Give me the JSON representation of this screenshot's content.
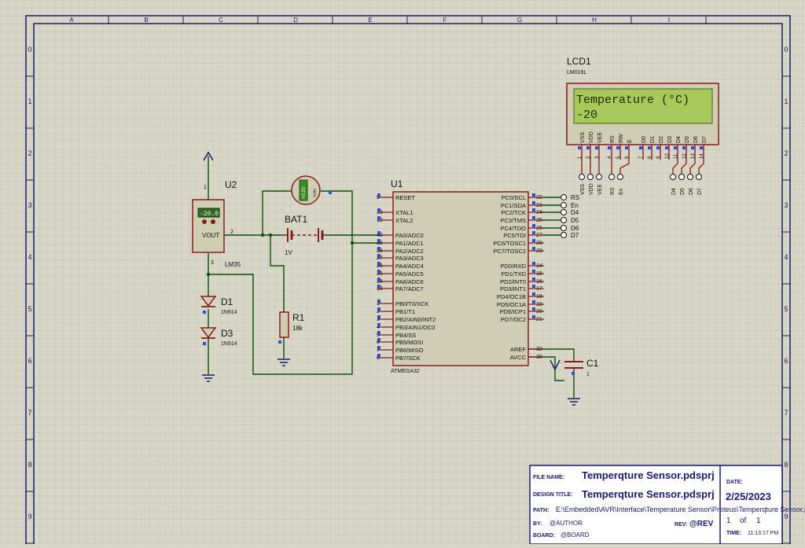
{
  "border": {
    "columns": [
      "A",
      "B",
      "C",
      "D",
      "E",
      "F",
      "G",
      "H",
      "I"
    ],
    "rows": [
      "0",
      "1",
      "2",
      "3",
      "4",
      "5",
      "6",
      "7",
      "8",
      "9"
    ]
  },
  "lcd": {
    "ref": "LCD1",
    "model": "LM016L",
    "line1": "Temperature (°C)",
    "line2": "-20",
    "top_pins": [
      "VSS",
      "VDD",
      "VEE",
      "RS",
      "RW",
      "E",
      "D0",
      "D1",
      "D2",
      "D3",
      "D4",
      "D5",
      "D6",
      "D7"
    ],
    "top_pin_numbers": [
      "1",
      "2",
      "3",
      "4",
      "5",
      "6",
      "7",
      "8",
      "9",
      "10",
      "11",
      "12",
      "13",
      "14"
    ],
    "bottom_labels": [
      "VSS",
      "VDD",
      "VEE",
      "RS",
      "En",
      "D4",
      "D5",
      "D6",
      "D7"
    ]
  },
  "mcu": {
    "ref": "U1",
    "model": "ATMEGA32",
    "left_pins": [
      {
        "num": "9",
        "name": "RESET"
      },
      {
        "num": "13",
        "name": "XTAL1"
      },
      {
        "num": "12",
        "name": "XTAL2"
      },
      {
        "num": "40",
        "name": "PA0/ADC0"
      },
      {
        "num": "39",
        "name": "PA1/ADC1"
      },
      {
        "num": "38",
        "name": "PA2/ADC2"
      },
      {
        "num": "37",
        "name": "PA3/ADC3"
      },
      {
        "num": "36",
        "name": "PA4/ADC4"
      },
      {
        "num": "35",
        "name": "PA5/ADC5"
      },
      {
        "num": "34",
        "name": "PA6/ADC6"
      },
      {
        "num": "33",
        "name": "PA7/ADC7"
      },
      {
        "num": "1",
        "name": "PB0/T0/XCK"
      },
      {
        "num": "2",
        "name": "PB1/T1"
      },
      {
        "num": "3",
        "name": "PB2/AIN0/INT2"
      },
      {
        "num": "4",
        "name": "PB3/AIN1/OC0"
      },
      {
        "num": "5",
        "name": "PB4/SS"
      },
      {
        "num": "6",
        "name": "PB5/MOSI"
      },
      {
        "num": "7",
        "name": "PB6/MISO"
      },
      {
        "num": "8",
        "name": "PB7/SCK"
      }
    ],
    "right_pins": [
      {
        "num": "22",
        "name": "PC0/SCL"
      },
      {
        "num": "23",
        "name": "PC1/SDA"
      },
      {
        "num": "24",
        "name": "PC2/TCK"
      },
      {
        "num": "25",
        "name": "PC3/TMS"
      },
      {
        "num": "26",
        "name": "PC4/TDO"
      },
      {
        "num": "27",
        "name": "PC5/TDI"
      },
      {
        "num": "28",
        "name": "PC6/TOSC1"
      },
      {
        "num": "29",
        "name": "PC7/TOSC2"
      },
      {
        "num": "14",
        "name": "PD0/RXD"
      },
      {
        "num": "15",
        "name": "PD1/TXD"
      },
      {
        "num": "16",
        "name": "PD2/INT0"
      },
      {
        "num": "17",
        "name": "PD3/INT1"
      },
      {
        "num": "18",
        "name": "PD4/OC1B"
      },
      {
        "num": "19",
        "name": "PD5/OC1A"
      },
      {
        "num": "20",
        "name": "PD6/ICP1"
      },
      {
        "num": "21",
        "name": "PD7/OC2"
      },
      {
        "num": "32",
        "name": "AREF"
      },
      {
        "num": "30",
        "name": "AVCC"
      }
    ],
    "terminals": [
      "RS",
      "En",
      "D4",
      "D5",
      "D6",
      "D7"
    ]
  },
  "sensor": {
    "ref": "U2",
    "model": "LM35",
    "display": "-20.0",
    "out_label": "VOUT",
    "pin_out": "2",
    "pin_vcc": "1",
    "pin_gnd": "3"
  },
  "voltmeter": {
    "display": "+0.20",
    "unit": "Volts"
  },
  "battery": {
    "ref": "BAT1",
    "value": "1V"
  },
  "resistor": {
    "ref": "R1",
    "value": "18k"
  },
  "diodes": [
    {
      "ref": "D1",
      "model": "1N914"
    },
    {
      "ref": "D3",
      "model": "1N914"
    }
  ],
  "capacitor": {
    "ref": "C1",
    "value": "1"
  },
  "title_block": {
    "file_name_label": "FILE NAME:",
    "file_name": "Temperqture Sensor.pdsprj",
    "design_title_label": "DESIGN TITLE:",
    "design_title": "Temperqture Sensor.pdsprj",
    "path_label": "PATH:",
    "path": "E:\\Embedded\\AVR\\Interface\\Temperature Sensor\\Proteus\\Temperqture Sensor.pdsprj",
    "by_label": "BY:",
    "by": "@AUTHOR",
    "rev_label": "REV:",
    "rev": "@REV",
    "board_label": "BOARD:",
    "board": "@BOARD",
    "date_label": "DATE:",
    "date": "2/25/2023",
    "page": "1",
    "of_label": "of",
    "pages": "1",
    "time_label": "TIME:",
    "time": "11:13:17 PM"
  },
  "colors": {
    "background": "#d8d7c7",
    "grid": "#c7c6b6",
    "border": "#1a1a6e",
    "wire": "#0b4f0b",
    "component_outline": "#8b1a1a",
    "component_fill": "#cfcdb3",
    "lcd_screen": "#a8c85a",
    "pin_marker": "#2e4be0"
  }
}
